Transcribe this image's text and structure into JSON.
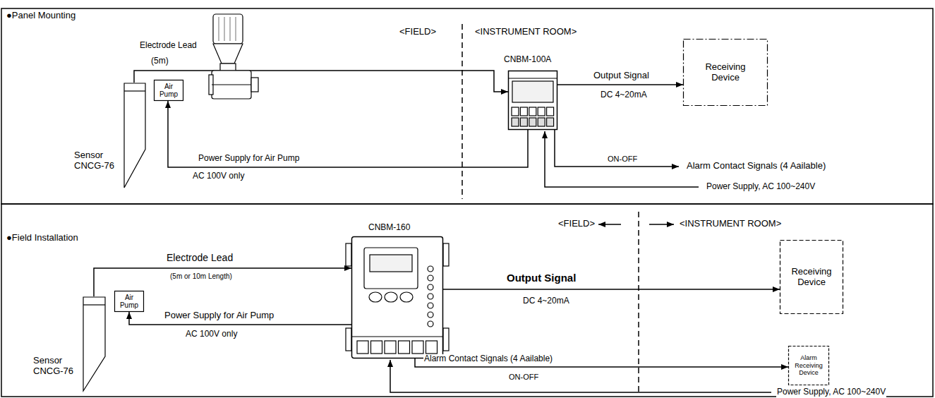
{
  "diagram": {
    "nodes": [
      {
        "text": [
          "Sensor CNCG-76"
        ]
      },
      {
        "text": [
          "Air Pump"
        ]
      },
      {
        "text": [
          "CNBM-100A"
        ]
      },
      {
        "text": [
          "Receiving Device"
        ]
      },
      {
        "text": [
          "Sensor CNCG-76"
        ]
      },
      {
        "text": [
          "Air Pump"
        ]
      },
      {
        "text": [
          "CNBM-160"
        ]
      },
      {
        "text": [
          "Receiving Device"
        ]
      },
      {
        "text": [
          "Alarm Receiving Device"
        ]
      }
    ],
    "edges": [
      {
        "from": 0,
        "to": 2,
        "label": "Electrode Lead",
        "arrow": "to"
      },
      {
        "from": 2,
        "to": 3,
        "label": "Output Signal",
        "arrow": "to"
      },
      {
        "from": 2,
        "to": 1,
        "label": "Power Supply for Air Pump",
        "arrow": "to"
      },
      {
        "from": 4,
        "to": 6,
        "label": "Electrode Lead",
        "arrow": "to"
      },
      {
        "from": 6,
        "to": 5,
        "label": "Power Supply for Air Pump",
        "arrow": "to"
      },
      {
        "from": 6,
        "to": 7,
        "label": "Output Signal",
        "arrow": "to"
      },
      {
        "from": 6,
        "to": 8,
        "label": "Alarm Contact Signals (4 Aailable)",
        "arrow": "to"
      }
    ],
    "labels": [
      "●Panel Mounting",
      "<FIELD>",
      "<INSTRUMENT ROOM>",
      "(5m)",
      "AC 100V only",
      "DC 4~20mA",
      "ON-OFF",
      "Alarm Contact Signals (4 Aailable)",
      "Power Supply, AC 100~240V",
      "●Field Installation",
      "<FIELD>",
      "<INSTRUMENT ROOM>",
      "(5m or 10m Length)",
      "AC 100V only",
      "DC 4~20mA",
      "ON-OFF",
      "Power Supply, AC 100~240V"
    ]
  }
}
